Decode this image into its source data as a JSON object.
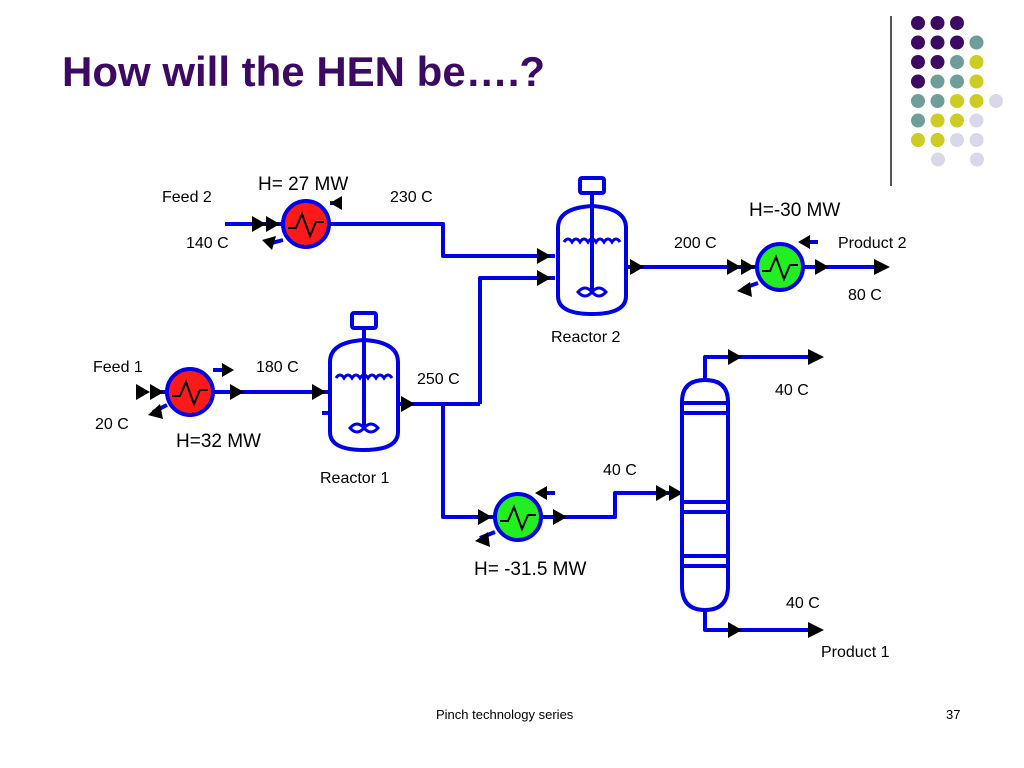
{
  "slide": {
    "title": "How will the HEN be….?",
    "footer": "Pinch technology series",
    "page_number": "37"
  },
  "colors": {
    "title": "#3d0a63",
    "line": "#0000e6",
    "heater": "#ff1a1a",
    "cooler": "#22ee22",
    "arrow": "#000000",
    "dot_purple": "#3d0a63",
    "dot_teal": "#6f9e9a",
    "dot_yellow": "#cccc22",
    "dot_lavender": "#d8d8ea"
  },
  "decor_dots": [
    [
      "purple",
      "purple",
      "purple"
    ],
    [
      "purple",
      "purple",
      "purple",
      "teal"
    ],
    [
      "purple",
      "purple",
      "teal",
      "yellow"
    ],
    [
      "purple",
      "teal",
      "teal",
      "yellow"
    ],
    [
      "teal",
      "teal",
      "yellow",
      "yellow",
      "lavender"
    ],
    [
      "teal",
      "yellow",
      "yellow",
      "lavender"
    ],
    [
      "yellow",
      "yellow",
      "lavender",
      "lavender"
    ],
    [
      "lavender",
      "lavender"
    ]
  ],
  "labels": {
    "feed2": "Feed 2",
    "feed2_heater_duty": "H= 27 MW",
    "feed2_out_temp": "230 C",
    "feed2_in_temp": "140 C",
    "reactor2": "Reactor 2",
    "reactor2_out_temp": "200 C",
    "product2_cooler_duty": "H=-30 MW",
    "product2": "Product 2",
    "product2_temp": "80 C",
    "feed1": "Feed 1",
    "feed1_in_temp": "20 C",
    "feed1_out_temp": "180 C",
    "feed1_heater_duty": "H=32 MW",
    "reactor1": "Reactor 1",
    "reactor1_out_temp": "250 C",
    "cooler_duty": "H= -31.5 MW",
    "cooler_out_temp": "40 C",
    "column_top_temp": "40 C",
    "column_bottom_temp": "40 C",
    "product1": "Product 1"
  }
}
